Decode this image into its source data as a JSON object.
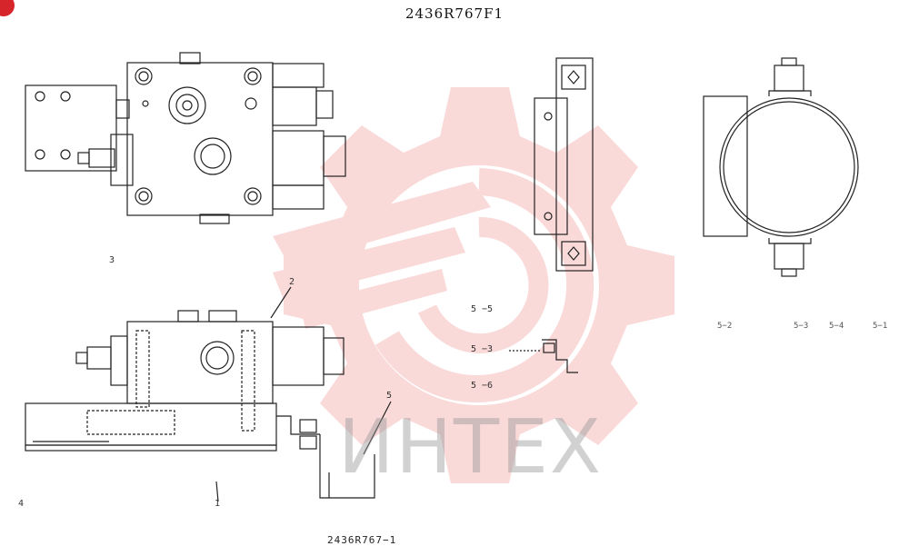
{
  "title": "2436R767F1",
  "drawing_number": "2436R767−1",
  "watermark": {
    "text": "ИНТЕХ",
    "color": "#f08a8a"
  },
  "corner_badge_color": "#d6252b",
  "callouts": {
    "view_3": "3",
    "view_4": "4",
    "c1": "1",
    "c2": "2",
    "c5": "5",
    "c5_5": "5 −5",
    "c5_3": "5 −3",
    "c5_6": "5 −6"
  },
  "bracket_callouts": [
    "5−2",
    "5−3",
    "5−4",
    "5−1"
  ]
}
